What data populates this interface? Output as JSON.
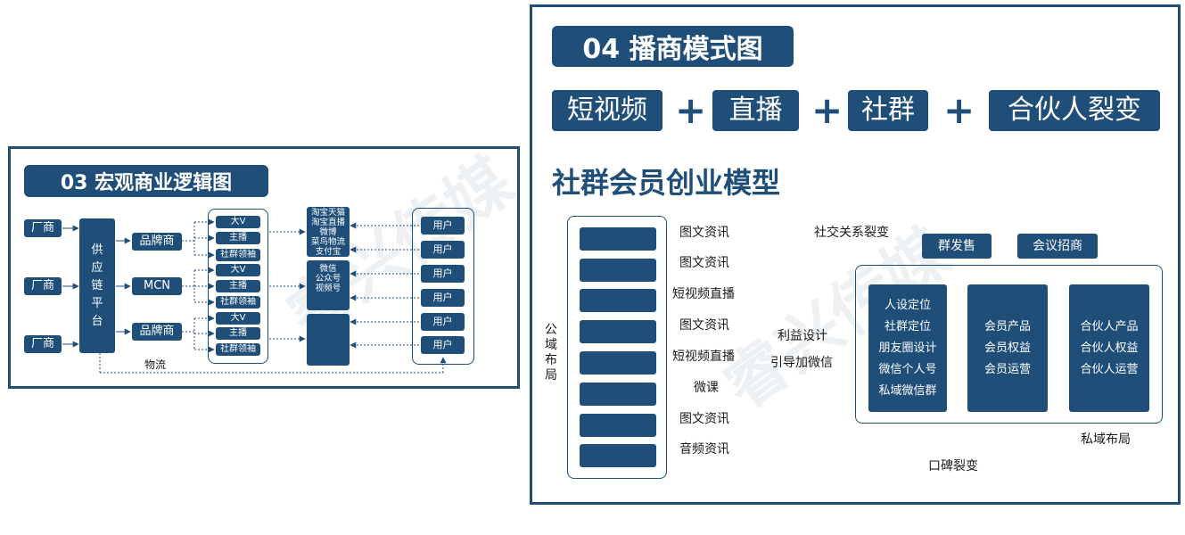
{
  "watermark": "睿兴传媒",
  "panel03": {
    "title": "03 宏观商业逻辑图",
    "factories": [
      "厂商",
      "厂商",
      "厂商"
    ],
    "platform": "供\n应\n链\n平\n台",
    "channels": [
      "品牌商",
      "MCN",
      "品牌商"
    ],
    "groups": [
      [
        "大V",
        "主播",
        "社群领袖"
      ],
      [
        "大V",
        "主播",
        "社群领袖"
      ],
      [
        "大V",
        "主播",
        "社群领袖"
      ]
    ],
    "outlets": [
      "淘宝天猫\n淘宝直播\n微博\n菜鸟物流\n支付宝",
      "微信\n公众号\n视频号",
      ""
    ],
    "users": [
      "用户",
      "用户",
      "用户",
      "用户",
      "用户",
      "用户"
    ],
    "logistics": "物流"
  },
  "panel04": {
    "title": "04 播商模式图",
    "formula": [
      "短视频",
      "直播",
      "社群",
      "合伙人裂变"
    ],
    "plus": "+",
    "subtitle": "社群会员创业模型",
    "public_domain": "公\n域\n布\n局",
    "content_items": [
      "图文资讯",
      "图文资讯",
      "短视频直播",
      "图文资讯",
      "短视频直播",
      "微课",
      "图文资讯",
      "音频资讯"
    ],
    "social_split": "社交关系裂变",
    "group_send": "群发售",
    "meeting": "会议招商",
    "benefit_design": "利益设计",
    "guide_wechat": "引导加微信",
    "private_cols": [
      "人设定位\n社群定位\n朋友圈设计\n微信个人号\n私域微信群",
      "会员产品\n会员权益\n会员运营",
      "合伙人产品\n合伙人权益\n合伙人运营"
    ],
    "private_domain": "私域布局",
    "word_of_mouth": "口碑裂变"
  }
}
